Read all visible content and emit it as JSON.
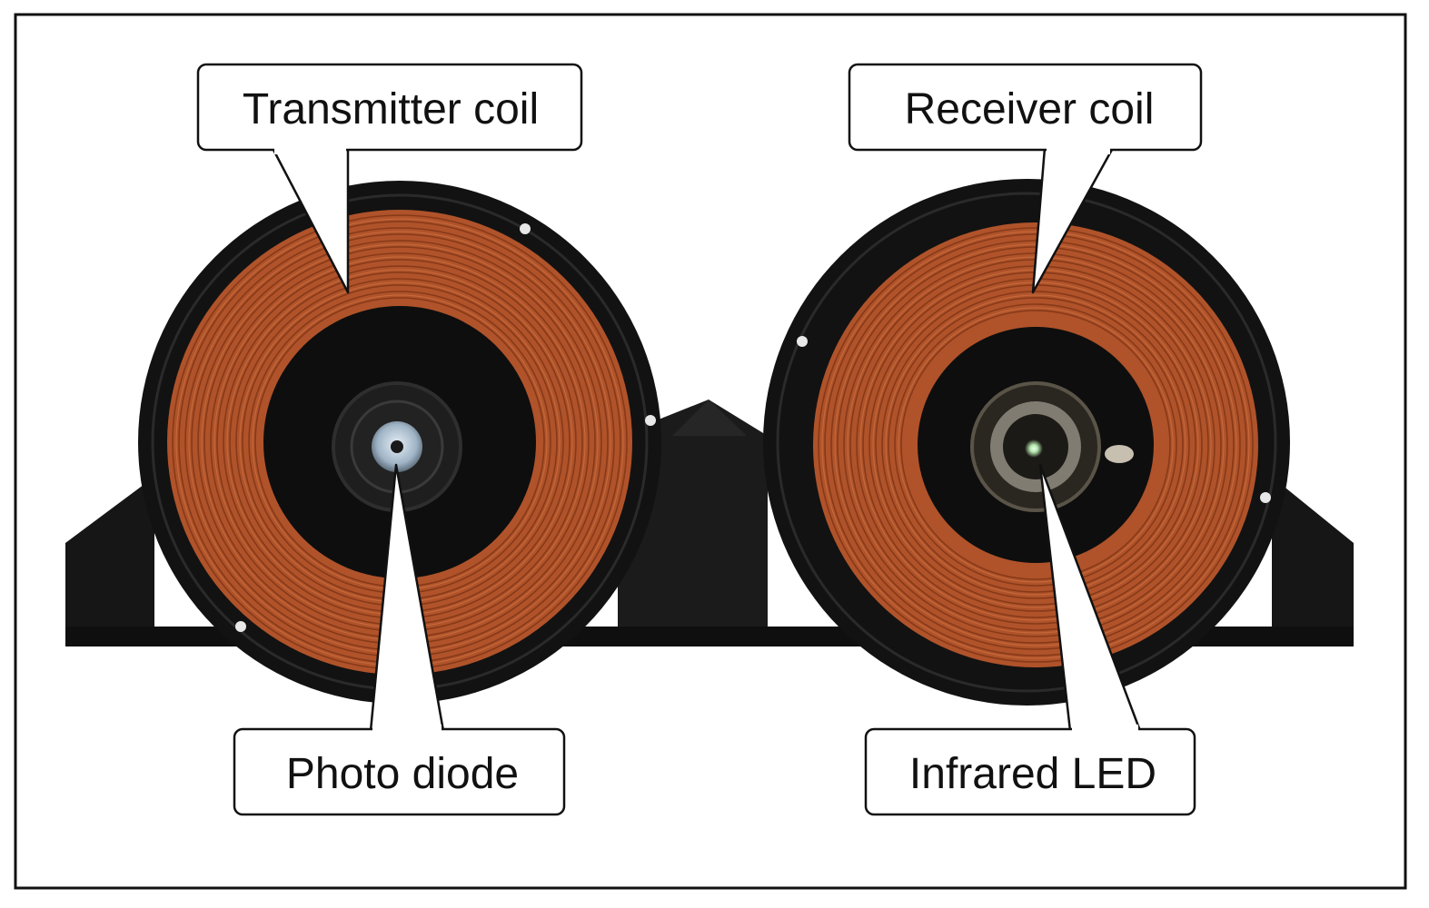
{
  "labels": {
    "transmitter_coil": "Transmitter coil",
    "receiver_coil": "Receiver coil",
    "photo_diode": "Photo diode",
    "infrared_led": "Infrared LED"
  },
  "colors": {
    "copper": "#b5562a",
    "copper_dark": "#6e2a10",
    "housing": "#141414",
    "frame_border": "#111111",
    "background": "#ffffff"
  }
}
